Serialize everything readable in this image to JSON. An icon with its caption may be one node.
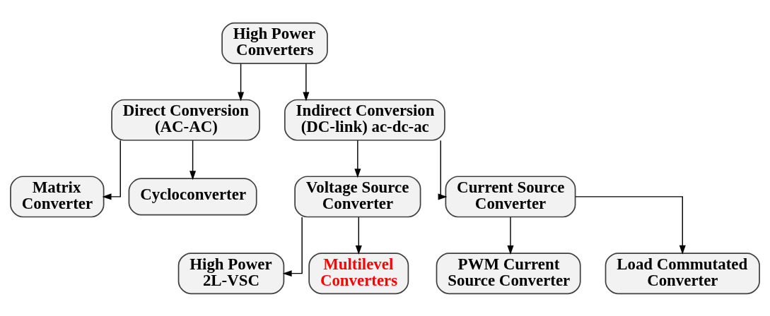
{
  "diagram": {
    "nodes": [
      {
        "text": [
          "High Power Converters"
        ]
      },
      {
        "text": [
          "Direct Conversion (AC-AC)"
        ]
      },
      {
        "text": [
          "Indirect Conversion (DC-link) ac-dc-ac"
        ]
      },
      {
        "text": [
          "Matrix Converter"
        ]
      },
      {
        "text": [
          "Cycloconverter"
        ]
      },
      {
        "text": [
          "Voltage Source Converter"
        ]
      },
      {
        "text": [
          "Current Source Converter"
        ]
      },
      {
        "text": [
          "High Power 2L-VSC"
        ]
      },
      {
        "text": [
          "Multilevel Converters"
        ]
      },
      {
        "text": [
          "PWM Current Source Converter"
        ]
      },
      {
        "text": [
          "Load Commutated Converter"
        ]
      }
    ],
    "edges": [
      {
        "from": 0,
        "to": 1,
        "arrow": "to"
      },
      {
        "from": 0,
        "to": 2,
        "arrow": "to"
      },
      {
        "from": 1,
        "to": 3,
        "arrow": "to"
      },
      {
        "from": 1,
        "to": 4,
        "arrow": "to"
      },
      {
        "from": 2,
        "to": 5,
        "arrow": "to"
      },
      {
        "from": 2,
        "to": 6,
        "arrow": "to"
      },
      {
        "from": 5,
        "to": 7,
        "arrow": "to"
      },
      {
        "from": 5,
        "to": 8,
        "arrow": "to"
      },
      {
        "from": 6,
        "to": 9,
        "arrow": "to"
      },
      {
        "from": 6,
        "to": 10,
        "arrow": "to"
      }
    ]
  }
}
